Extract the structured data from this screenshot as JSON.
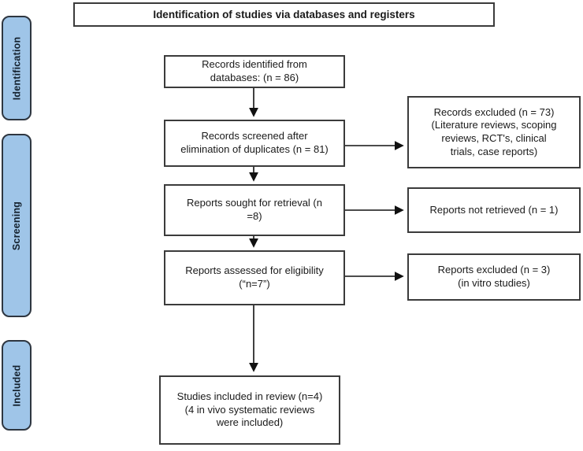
{
  "title": "Identification of studies via databases and registers",
  "stages": [
    {
      "label": "Identification"
    },
    {
      "label": "Screening"
    },
    {
      "label": "Included"
    }
  ],
  "flow_boxes": {
    "identified": "Records identified from\ndatabases: (n = 86)",
    "screened": "Records screened after\nelimination of duplicates (n = 81)",
    "sought": "Reports sought for retrieval (n\n=8)",
    "assessed": "Reports assessed for eligibility\n(“n=7”)",
    "included": "Studies included in review (n=4)\n(4 in vivo systematic reviews\nwere included)"
  },
  "exclusion_boxes": {
    "records_excluded": "Records excluded (n = 73)\n(Literature reviews, scoping\nreviews, RCT's, clinical\ntrials, case reports)",
    "not_retrieved": "Reports not retrieved (n = 1)",
    "reports_excluded": "Reports excluded (n = 3)\n(in vitro studies)"
  },
  "colors": {
    "stage_fill": "#9FC5E8",
    "stage_border": "#2e3640",
    "box_border": "#3b3b3b",
    "arrow": "#111111"
  }
}
